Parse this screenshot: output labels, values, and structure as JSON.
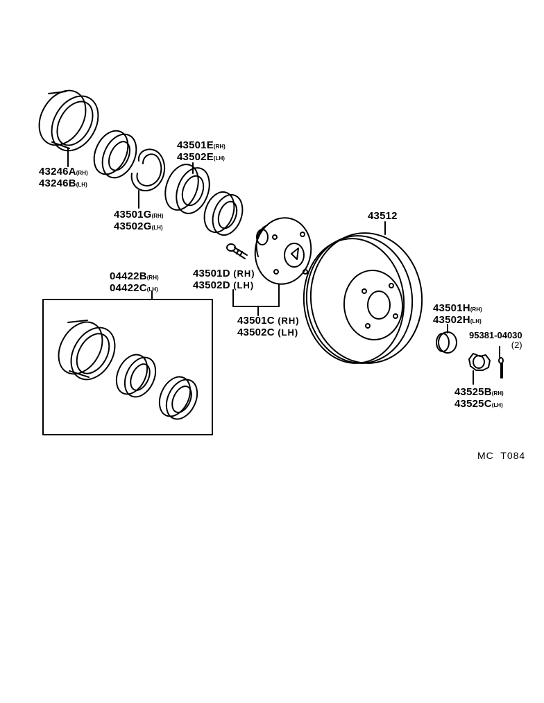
{
  "labels": {
    "oil_seal_outer": [
      {
        "part": "43246A",
        "side": "(RH)"
      },
      {
        "part": "43246B",
        "side": "(LH)"
      }
    ],
    "snap_ring": [
      {
        "part": "43501G",
        "side": "(RH)"
      },
      {
        "part": "43502G",
        "side": "(LH)"
      }
    ],
    "outer_bearing": [
      {
        "part": "43501E",
        "side": "(RH)"
      },
      {
        "part": "43502E",
        "side": "(LH)"
      }
    ],
    "hub_bolt": [
      {
        "part": "43501D",
        "side": "(RH)"
      },
      {
        "part": "43502D",
        "side": "(LH)"
      }
    ],
    "hub_assembly": [
      {
        "part": "43501C",
        "side": "(RH)"
      },
      {
        "part": "43502C",
        "side": "(LH)"
      }
    ],
    "bearing_kit": [
      {
        "part": "04422B",
        "side": "(RH)"
      },
      {
        "part": "04422C",
        "side": "(LH)"
      }
    ],
    "disc": "43512",
    "hub_nut": [
      {
        "part": "43501H",
        "side": "(RH)"
      },
      {
        "part": "43502H",
        "side": "(LH)"
      }
    ],
    "cotter_pin": {
      "part": "95381-04030",
      "qty": "(2)"
    },
    "nut_lock_cap": [
      {
        "part": "43525B",
        "side": "(RH)"
      },
      {
        "part": "43525C",
        "side": "(LH)"
      }
    ],
    "reference": "MC  T084"
  }
}
